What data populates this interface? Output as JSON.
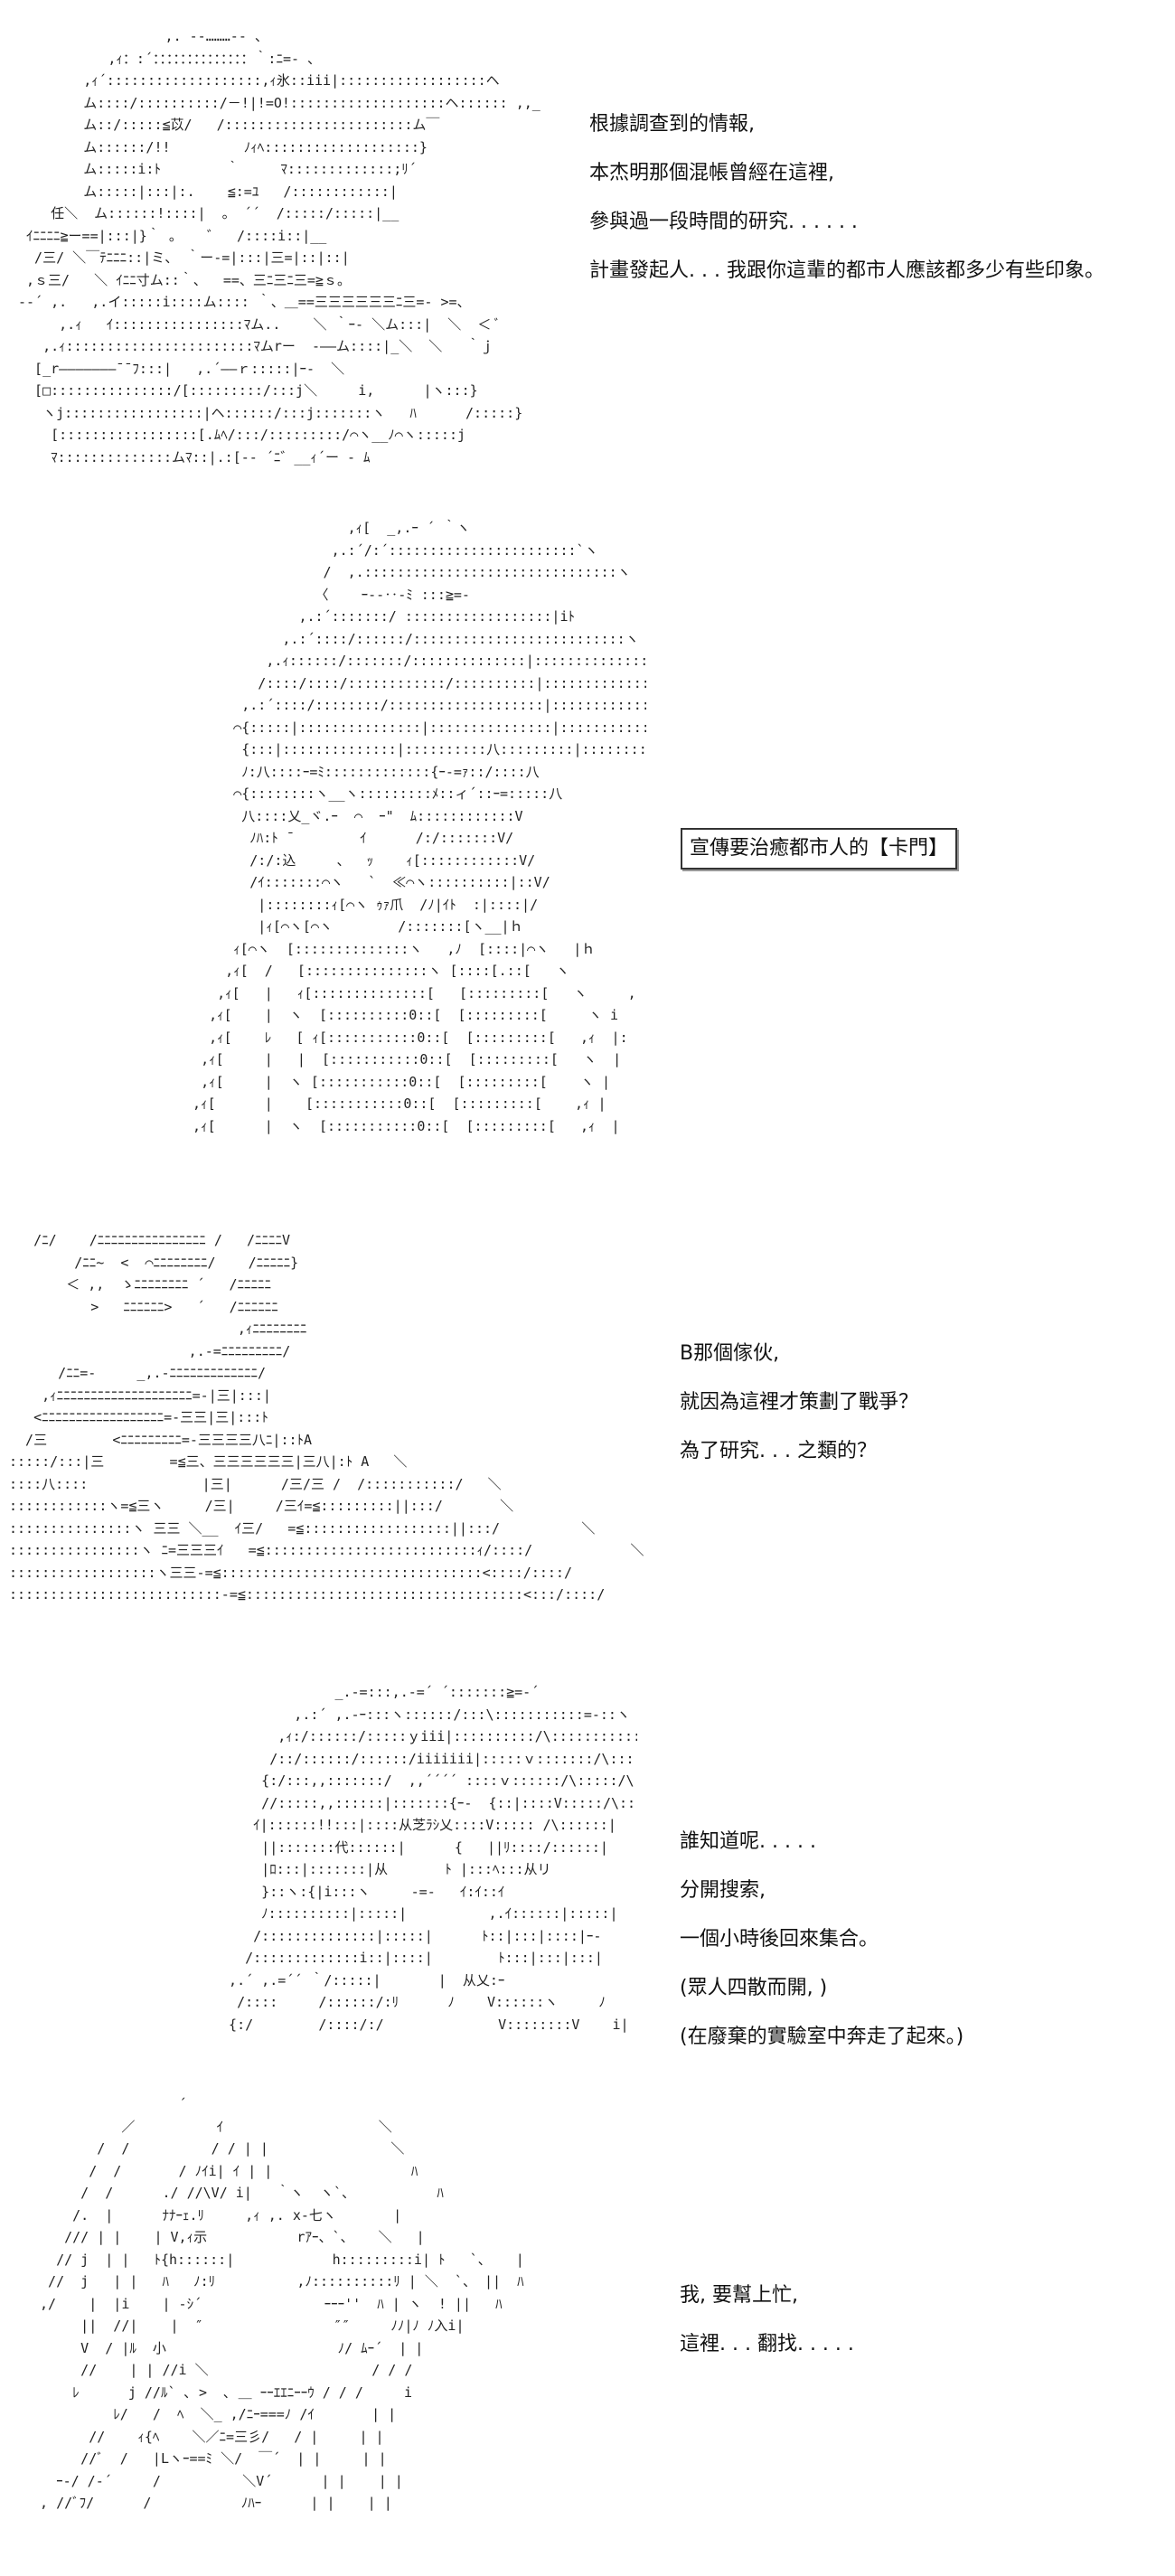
{
  "panels": [
    {
      "lines": [
        "根據調查到的情報,",
        "本杰明那個混帳曾經在這裡,",
        "參與過一段時間的研究. . . . . .",
        "計畫發起人. . . 我跟你這輩的都市人應該都多少有些印象。"
      ]
    },
    {
      "boxed": "宣傳要治癒都市人的【卡門】"
    },
    {
      "lines": [
        "B那個傢伙,",
        "就因為這裡才策劃了戰爭？",
        "為了研究. . . 之類的？"
      ]
    },
    {
      "lines": [
        "誰知道呢. . . . .",
        "分開搜索,",
        "一個小時後回來集合。",
        "(眾人四散而開, )",
        "(在廢棄的實驗室中奔走了起來。)"
      ]
    },
    {
      "lines": [
        "我, 要幫上忙,",
        "這裡. . . 翻找. . . . ."
      ]
    }
  ]
}
